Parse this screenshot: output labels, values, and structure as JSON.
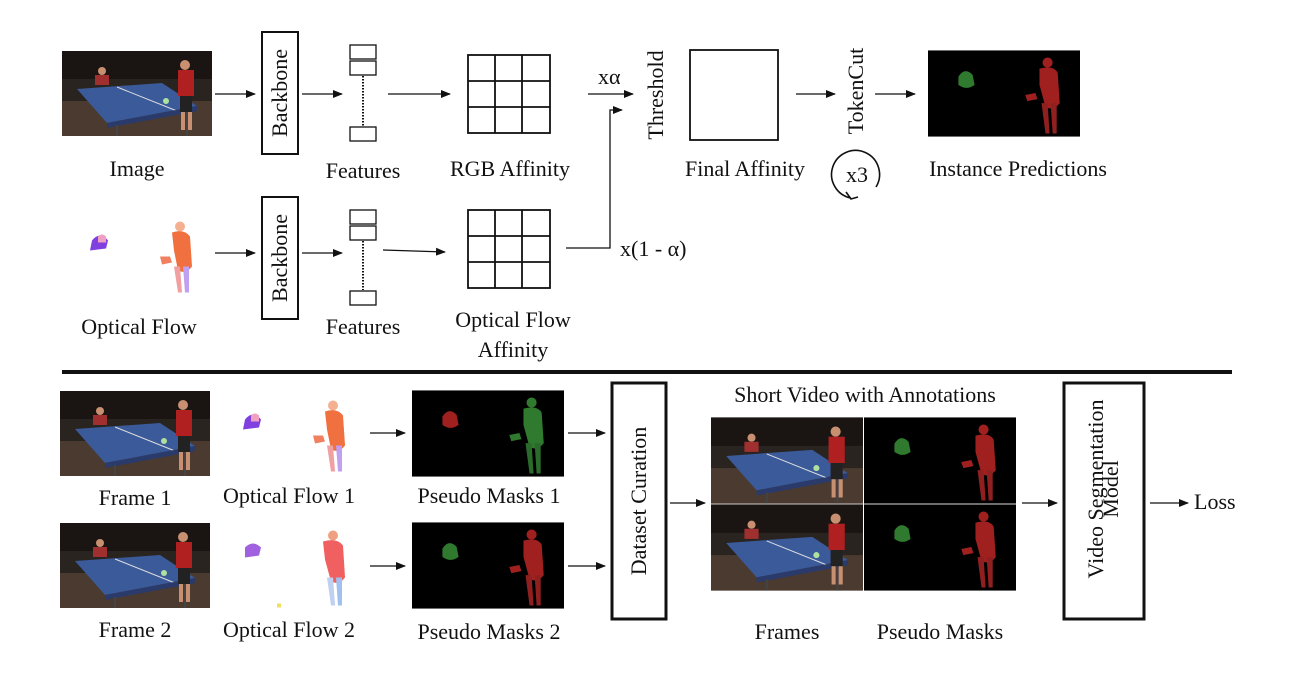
{
  "top": {
    "image_label": "Image",
    "optical_flow_label": "Optical Flow",
    "backbone_1": "Backbone",
    "backbone_2": "Backbone",
    "features_1": "Features",
    "features_2": "Features",
    "rgb_affinity": "RGB Affinity",
    "flow_affinity_line1": "Optical Flow",
    "flow_affinity_line2": "Affinity",
    "weight_alpha": "xα",
    "weight_one_minus_alpha": "x(1 - α)",
    "threshold": "Threshold",
    "final_affinity": "Final Affinity",
    "tokencut": "TokenCut",
    "repeat": "x3",
    "instance_predictions": "Instance Predictions"
  },
  "bottom": {
    "frame_1": "Frame 1",
    "frame_2": "Frame 2",
    "optical_flow_1": "Optical Flow 1",
    "optical_flow_2": "Optical Flow 2",
    "pseudo_masks_1": "Pseudo Masks 1",
    "pseudo_masks_2": "Pseudo Masks 2",
    "dataset_curation": "Dataset Curation",
    "short_video": "Short Video with Annotations",
    "frames": "Frames",
    "pseudo_masks": "Pseudo Masks",
    "vsm_line1": "Video Segmentation",
    "vsm_line2": "Model",
    "loss": "Loss"
  },
  "colors": {
    "mask_red": "#a02020",
    "mask_green": "#2f7a2f",
    "flow_orange": "#f07040",
    "flow_purple": "#8040e0",
    "table_blue": "#3a5a9a"
  }
}
